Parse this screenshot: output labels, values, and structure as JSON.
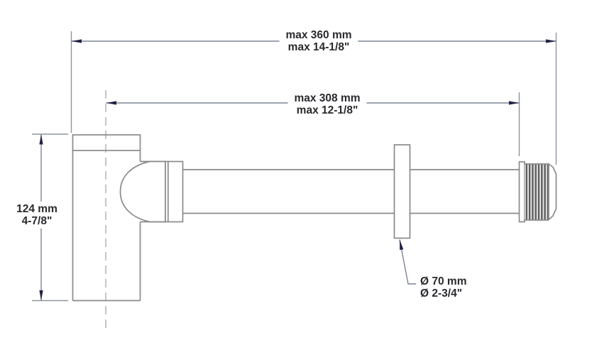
{
  "colors": {
    "bg": "#ffffff",
    "outline": "#8a8a8a",
    "dim": "#7c8595",
    "ext": "#8f969e",
    "arrow": "#222243",
    "text": "#29292e",
    "center": "#a8a8a8",
    "thread": "#5d5d5d",
    "threadbg": "#e9e9e9"
  },
  "dimensions": {
    "overall": {
      "line1": "max 360 mm",
      "line2": "max 14-1/8\""
    },
    "pipe": {
      "line1": "max 308 mm",
      "line2": "max 12-1/8\""
    },
    "height": {
      "line1": "124 mm",
      "line2": "4-7/8\""
    },
    "flange": {
      "line1": "Ø 70 mm",
      "line2": "Ø 2-3/4\""
    }
  }
}
